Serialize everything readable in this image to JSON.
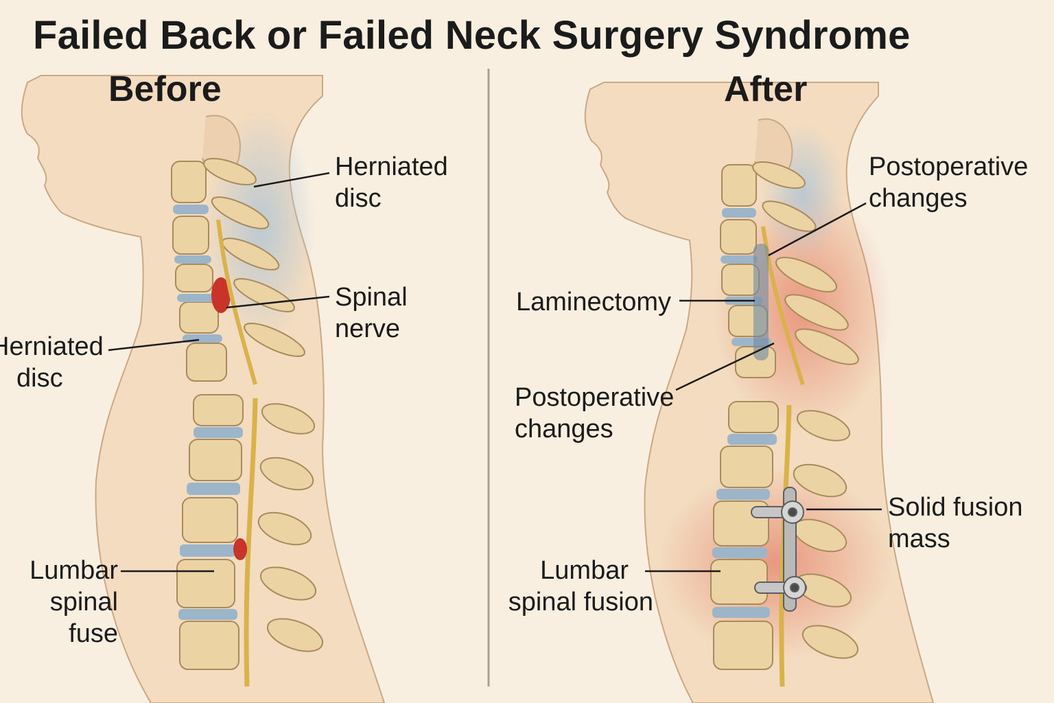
{
  "title": "Failed Back or Failed Neck Surgery Syndrome",
  "panels": {
    "before": {
      "heading": "Before",
      "labels": {
        "herniated_disc_upper": [
          "Herniated",
          "disc"
        ],
        "spinal_nerve": [
          "Spinal",
          "nerve"
        ],
        "herniated_disc_left": [
          "Herniated",
          "disc"
        ],
        "lumbar": [
          "Lumbar",
          "spinal",
          "fuse"
        ]
      }
    },
    "after": {
      "heading": "After",
      "labels": {
        "postoperative_upper": [
          "Postoperative",
          "changes"
        ],
        "laminectomy": [
          "Laminectomy"
        ],
        "postoperative_lower": [
          "Postoperative",
          "changes"
        ],
        "solid_fusion": [
          "Solid fusion",
          "mass"
        ],
        "lumbar_fusion": [
          "Lumbar",
          "spinal fusion"
        ]
      }
    }
  },
  "colors": {
    "background": "#f8efe1",
    "skin": "#f3dcc0",
    "bone": "#ecd3a4",
    "disc": "#9db5c9",
    "nerve": "#d9b24a",
    "herniation": "#c8342a",
    "inflammation": "#e0705a",
    "hardware": "#b9b9b9"
  }
}
